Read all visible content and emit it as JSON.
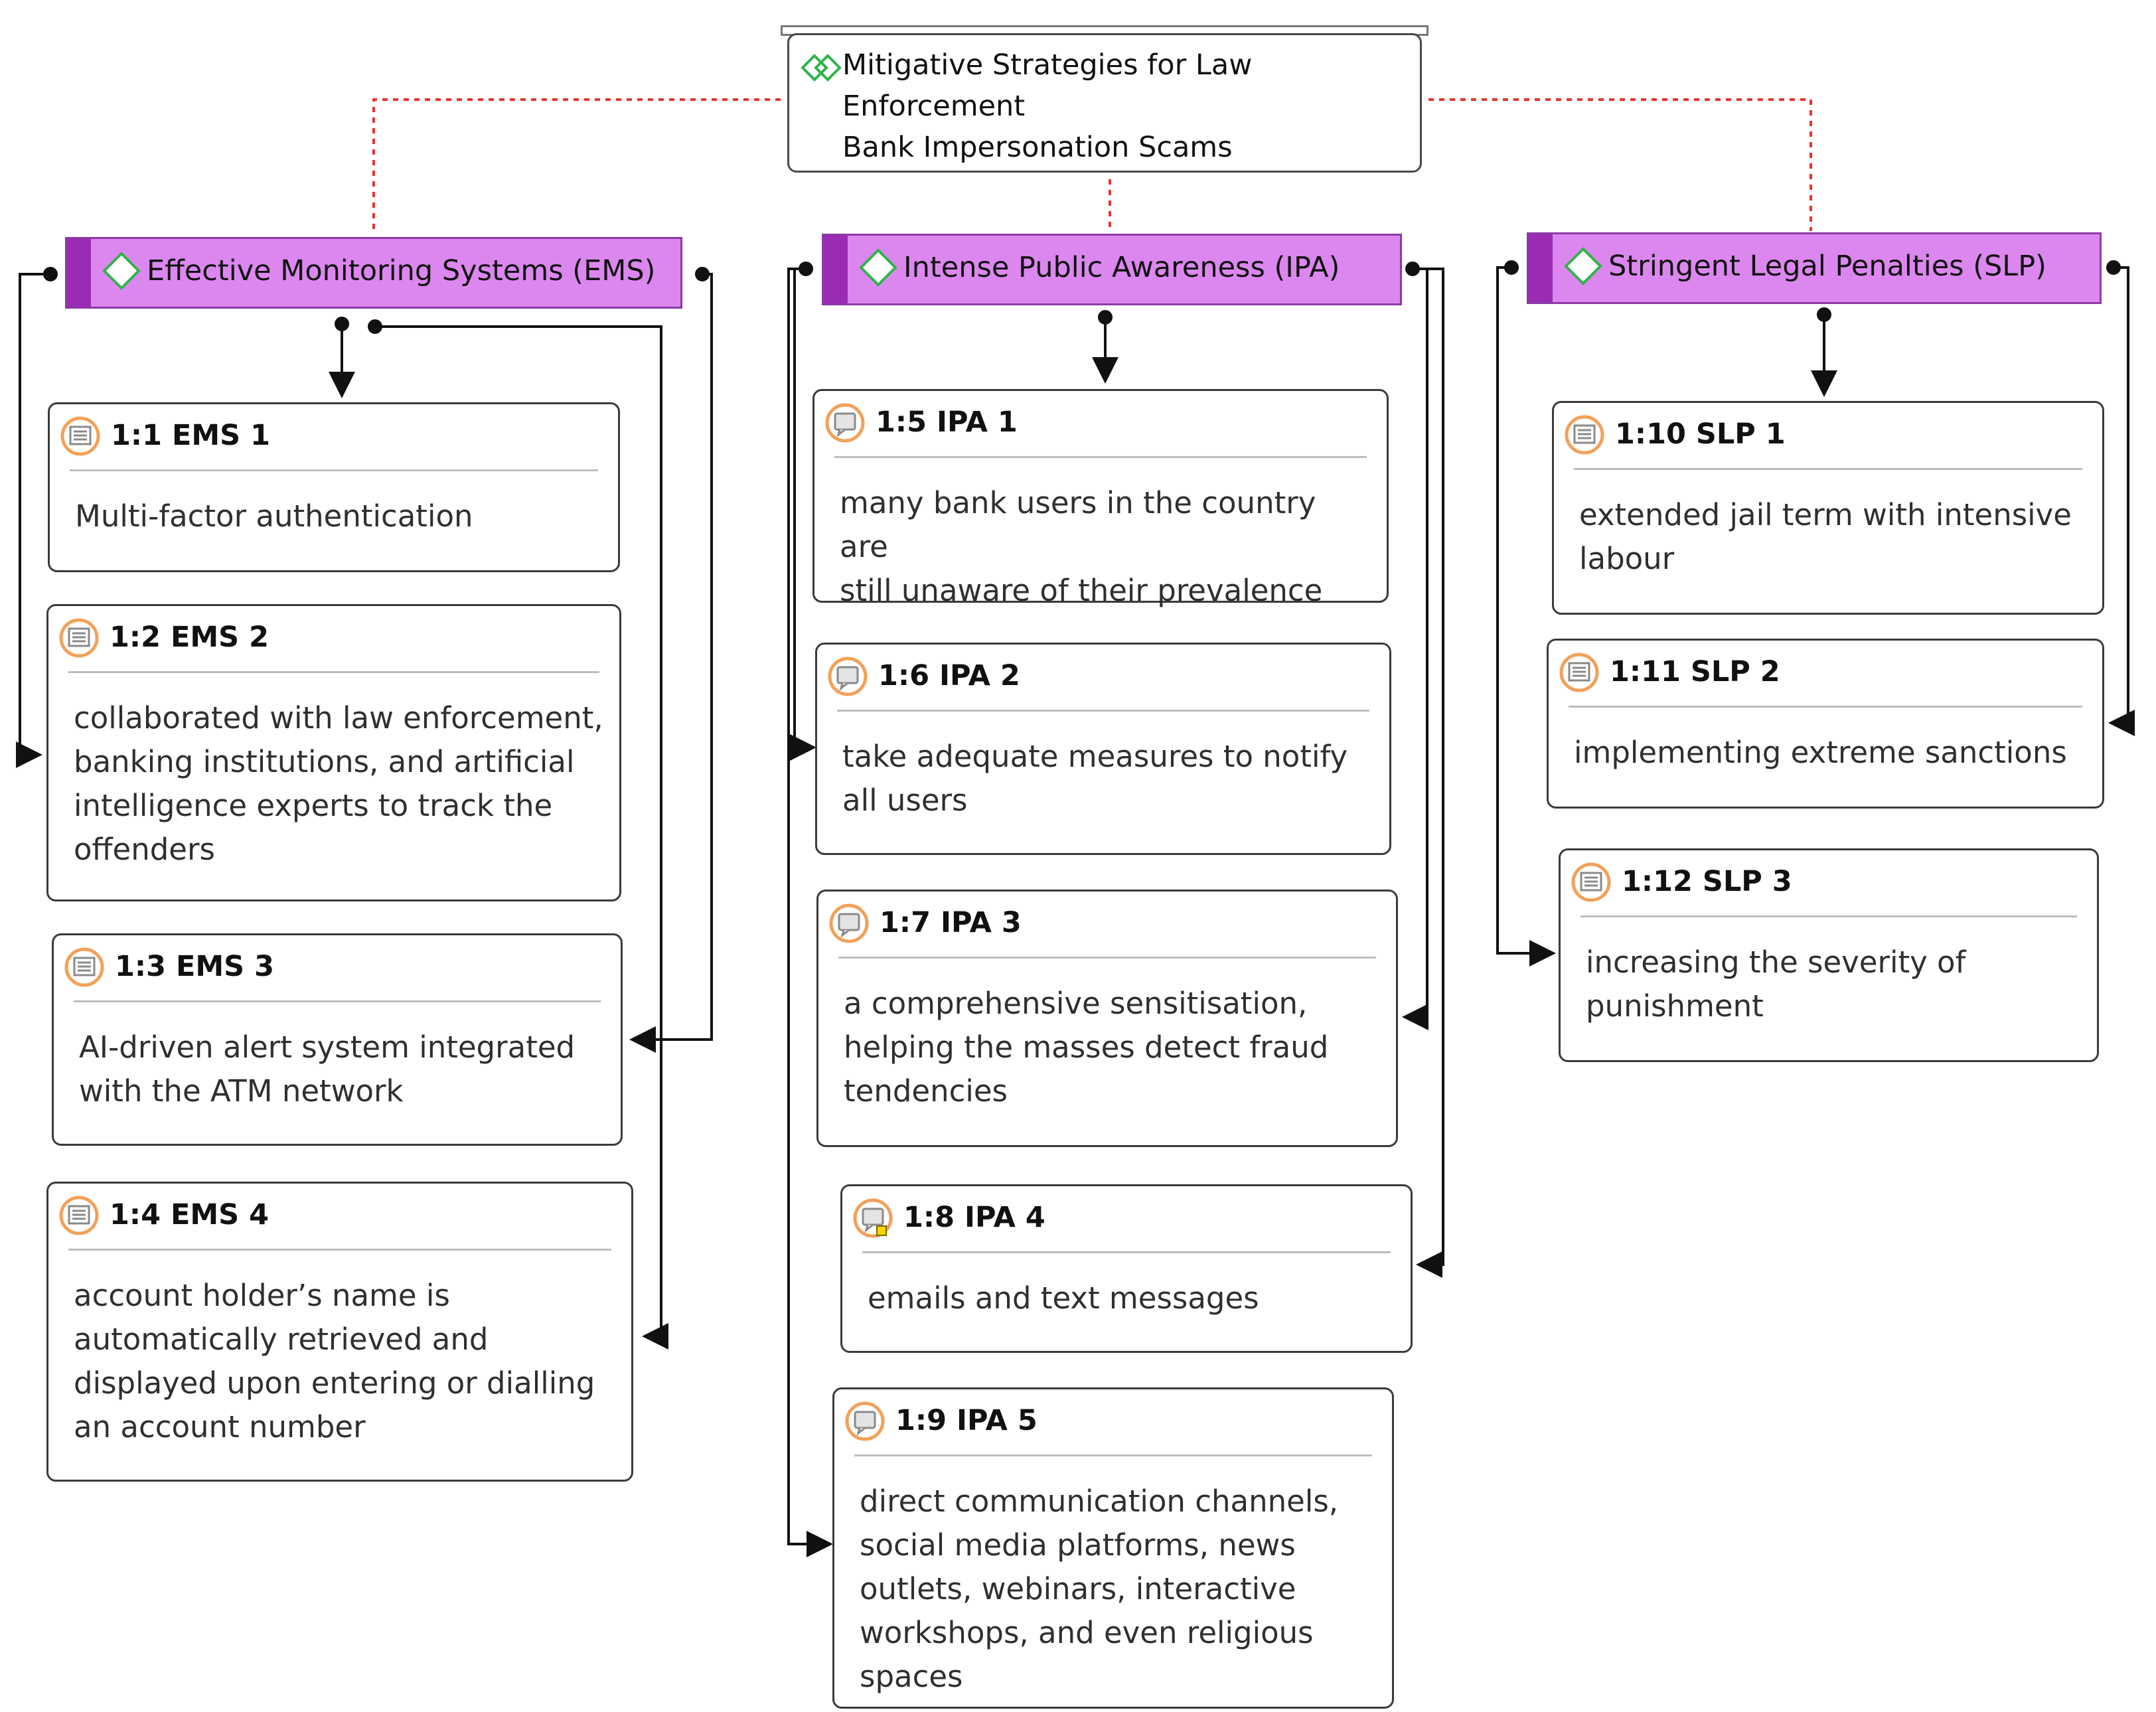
{
  "root": {
    "title": "Mitigative Strategies for Law Enforcement\nBank Impersonation Scams"
  },
  "categories": {
    "ems": {
      "label": "Effective Monitoring Systems (EMS)"
    },
    "ipa": {
      "label": "Intense Public Awareness (IPA)"
    },
    "slp": {
      "label": "Stringent Legal Penalties (SLP)"
    }
  },
  "ems": [
    {
      "id": "1:1 EMS 1",
      "text": "Multi-factor authentication"
    },
    {
      "id": "1:2 EMS 2",
      "text": "collaborated with law enforcement,\nbanking institutions, and artificial\nintelligence experts to track the\noffenders"
    },
    {
      "id": "1:3 EMS 3",
      "text": "AI-driven alert system integrated\nwith the ATM network"
    },
    {
      "id": "1:4 EMS 4",
      "text": "account holder’s name is\nautomatically retrieved and\ndisplayed upon entering or dialling\nan account number"
    }
  ],
  "ipa": [
    {
      "id": "1:5 IPA 1",
      "text": "many bank users in the country are\nstill unaware of their prevalence"
    },
    {
      "id": "1:6 IPA 2",
      "text": "take adequate measures to notify\nall users"
    },
    {
      "id": "1:7 IPA 3",
      "text": " a comprehensive sensitisation,\nhelping the masses detect fraud\ntendencies"
    },
    {
      "id": "1:8 IPA 4",
      "text": "emails and text messages"
    },
    {
      "id": "1:9 IPA 5",
      "text": "direct communication channels,\nsocial media platforms, news\noutlets, webinars, interactive\nworkshops, and even religious\nspaces"
    }
  ],
  "slp": [
    {
      "id": "1:10 SLP 1",
      "text": "extended jail term with intensive\nlabour"
    },
    {
      "id": "1:11 SLP 2",
      "text": "implementing extreme sanctions"
    },
    {
      "id": "1:12 SLP 3",
      "text": "increasing the severity of\npunishment"
    }
  ],
  "colors": {
    "header_fill": "#dc87f0",
    "header_stripe": "#9a2cb4",
    "dotted_link": "#e8332d",
    "memo_icon": "#f2a15a",
    "code_diamond": "#2fb34a"
  },
  "icons": {
    "root": "double-diamond-icon",
    "category": "diamond-icon",
    "memo": "memo-icon"
  }
}
